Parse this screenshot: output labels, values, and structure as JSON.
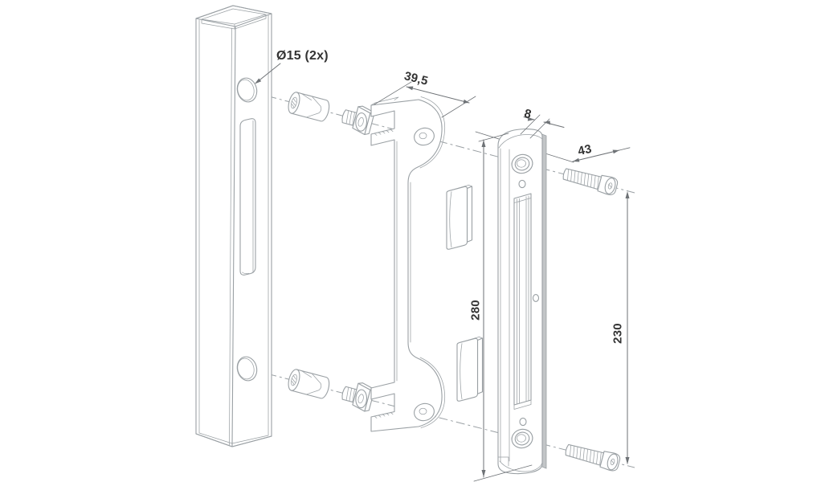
{
  "diagram": {
    "dimension_labels": {
      "hole_diameter": "Ø15 (2x)",
      "bracket_width": "39,5",
      "plate_thickness": "8",
      "screw_length": "43",
      "plate_height": "280",
      "screw_spacing": "230"
    },
    "colors": {
      "background": "#ffffff",
      "part_line": "#9aa0a4",
      "dimension_line": "#6e7276",
      "text": "#333333",
      "side_face_fill": "#c2c5c7"
    }
  }
}
